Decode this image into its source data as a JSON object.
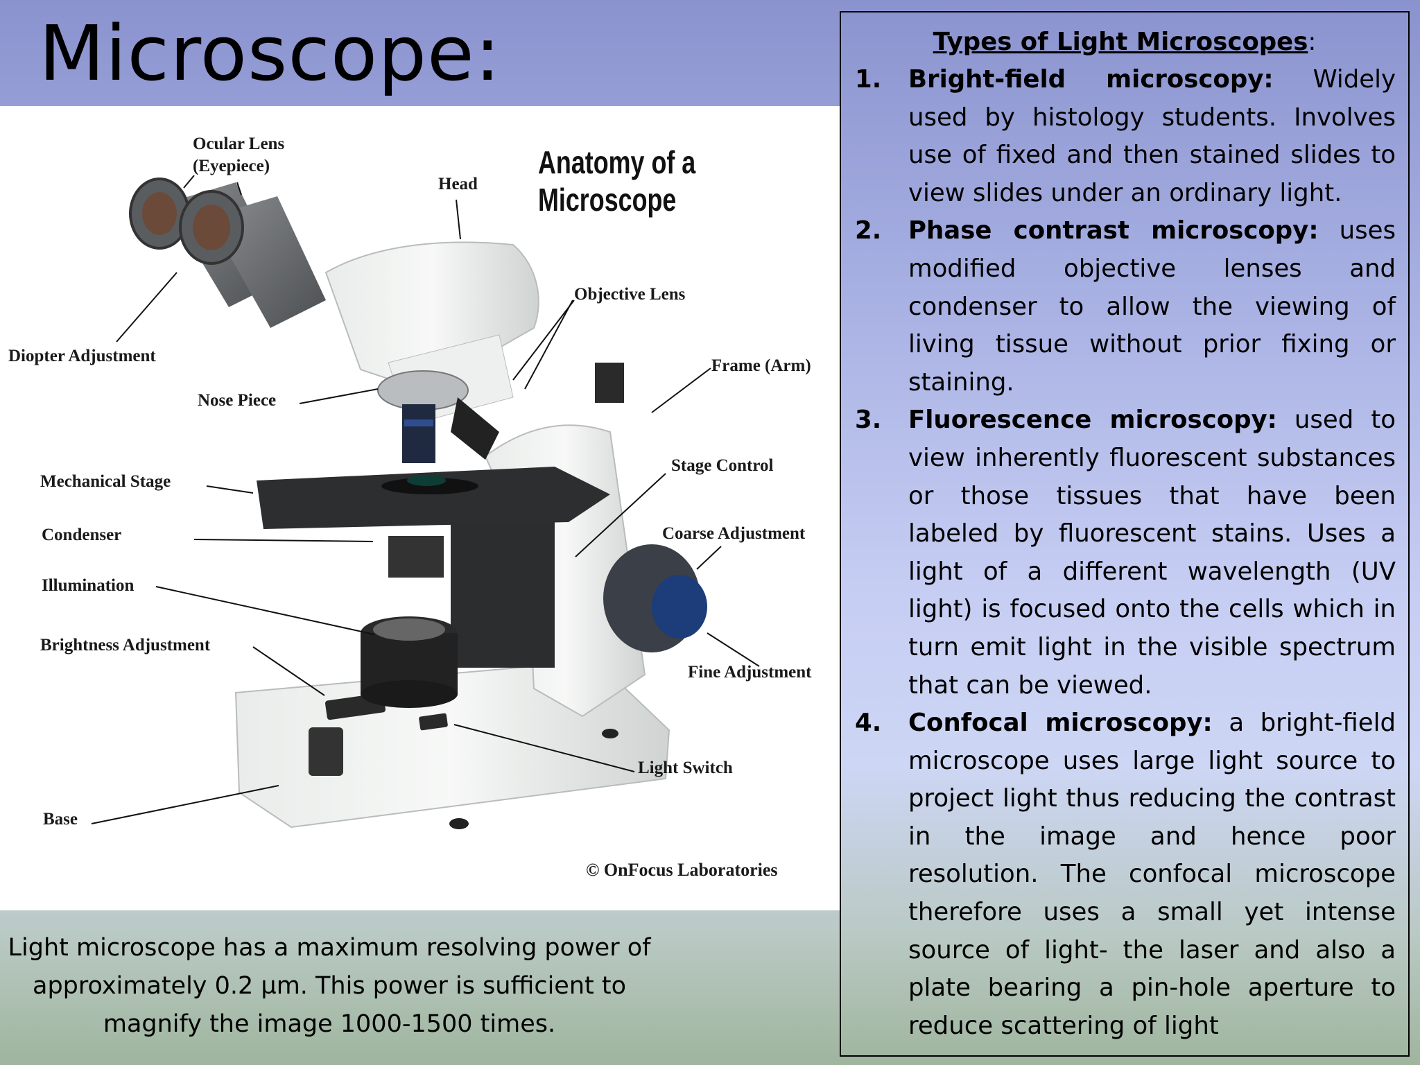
{
  "slide": {
    "title": "Microscope:",
    "caption": "Light microscope has a maximum resolving power of approximately 0.2 µm. This power is sufficient to magnify the image 1000-1500 times."
  },
  "figure": {
    "title": "Anatomy of a Microscope",
    "labels": {
      "ocular_lens": "Ocular Lens",
      "eyepiece": "(Eyepiece)",
      "head": "Head",
      "objective_lens": "Objective Lens",
      "diopter_adjustment": "Diopter Adjustment",
      "frame_arm": "Frame (Arm)",
      "nose_piece": "Nose Piece",
      "mechanical_stage": "Mechanical Stage",
      "stage_control": "Stage Control",
      "condenser": "Condenser",
      "coarse_adjustment": "Coarse Adjustment",
      "illumination": "Illumination",
      "brightness_adjustment": "Brightness Adjustment",
      "fine_adjustment": "Fine Adjustment",
      "light_switch": "Light Switch",
      "base": "Base"
    },
    "copyright": "© OnFocus Laboratories"
  },
  "types": {
    "heading": "Types of Light Microscopes",
    "heading_suffix": ":",
    "items": [
      {
        "num": "1.",
        "term": "Bright-field microscopy:",
        "desc": " Widely used by histology students. Involves use of fixed and then stained slides to view slides under an ordinary light."
      },
      {
        "num": "2.",
        "term": "Phase contrast microscopy:",
        "desc": " uses modified objective lenses and condenser to allow the viewing of living tissue without prior fixing or staining."
      },
      {
        "num": "3.",
        "term": "Fluorescence microscopy:",
        "desc": " used to view inherently fluorescent substances or those tissues that have been labeled by fluorescent stains. Uses a light of a different wavelength (UV light) is focused onto the cells which in turn emit light in the visible spectrum that can be viewed."
      },
      {
        "num": "4.",
        "term": "Confocal microscopy:",
        "desc": " a bright-field microscope uses large light source to project light thus reducing the contrast in the image and hence poor resolution. The confocal microscope therefore uses a small yet intense source of light- the laser and also a plate bearing a pin-hole aperture to reduce scattering of light"
      }
    ]
  }
}
